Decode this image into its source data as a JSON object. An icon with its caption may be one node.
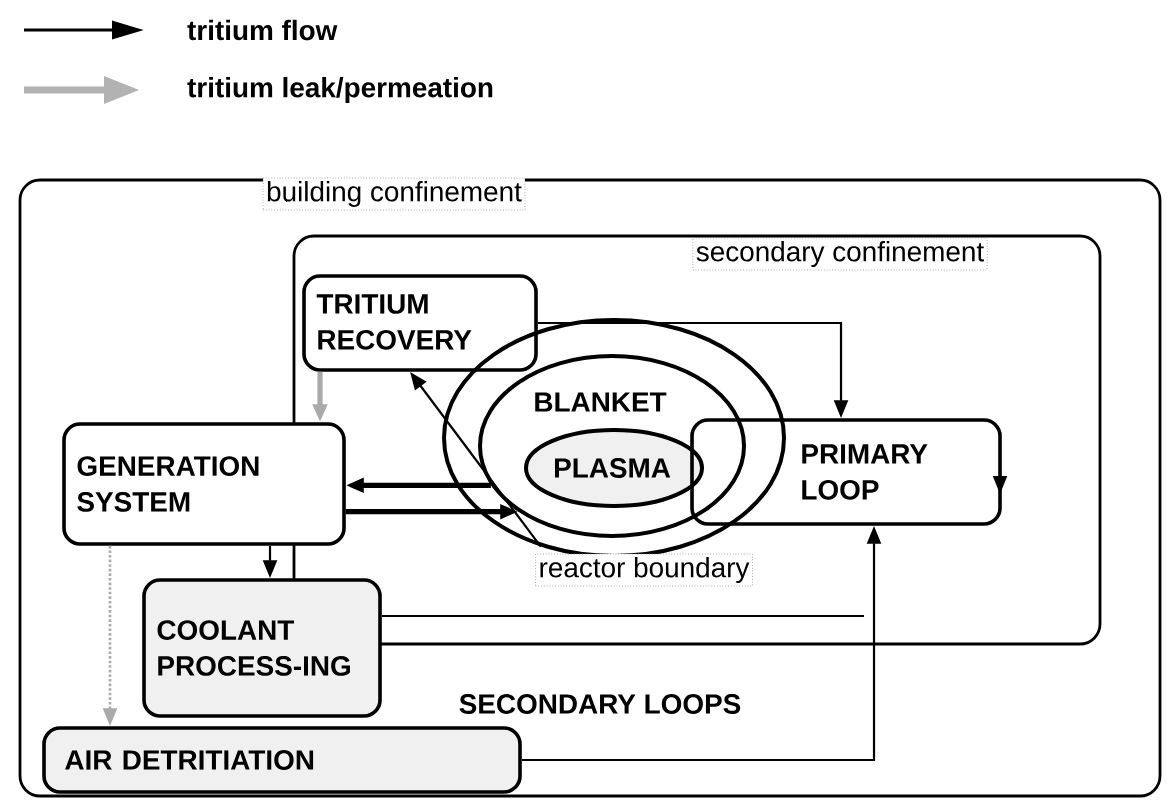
{
  "diagram": {
    "nodes": [
      {
        "text": [
          "building confinement"
        ]
      },
      {
        "text": [
          "secondary confinement"
        ],
        "in": 0
      },
      {
        "text": [
          "TRITIUM RECOVERY"
        ],
        "in": 1
      },
      {
        "text": [
          "reactor boundary"
        ],
        "in": 1
      },
      {
        "text": [
          "BLANKET"
        ],
        "in": 3
      },
      {
        "text": [
          "PLASMA"
        ],
        "in": 4
      },
      {
        "text": [
          "PRIMARY LOOP"
        ],
        "in": 1
      },
      {
        "text": [
          "GENERATION SYSTEM"
        ],
        "in": 0
      },
      {
        "text": [
          "COOLANT PROCESS-ING"
        ],
        "in": 0
      },
      {
        "text": [
          "AIR DETRITIATION"
        ],
        "in": 0
      }
    ],
    "edges": [
      {
        "from": 2,
        "to": 6,
        "arrow": "to"
      },
      {
        "from": 3,
        "to": 2,
        "arrow": "to"
      },
      {
        "from": 4,
        "to": 7,
        "arrow": "to",
        "style": "thick"
      },
      {
        "from": 7,
        "to": 4,
        "arrow": "to",
        "style": "thick"
      },
      {
        "from": 7,
        "to": 8,
        "arrow": "to"
      },
      {
        "from": 2,
        "to": 7,
        "arrow": "to",
        "style": "thick",
        "color": "#aaaaaa"
      },
      {
        "from": 7,
        "to": 9,
        "arrow": "to",
        "style": "dashed",
        "color": "#aaaaaa"
      },
      {
        "from": 9,
        "to": 6,
        "arrow": "to"
      },
      {
        "from": 8,
        "to": null,
        "arrow": "none"
      }
    ],
    "labels": [
      "SECONDARY LOOPS"
    ],
    "legend": [
      {
        "text": "tritium flow"
      },
      {
        "text": "tritium leak/permeation"
      }
    ]
  }
}
